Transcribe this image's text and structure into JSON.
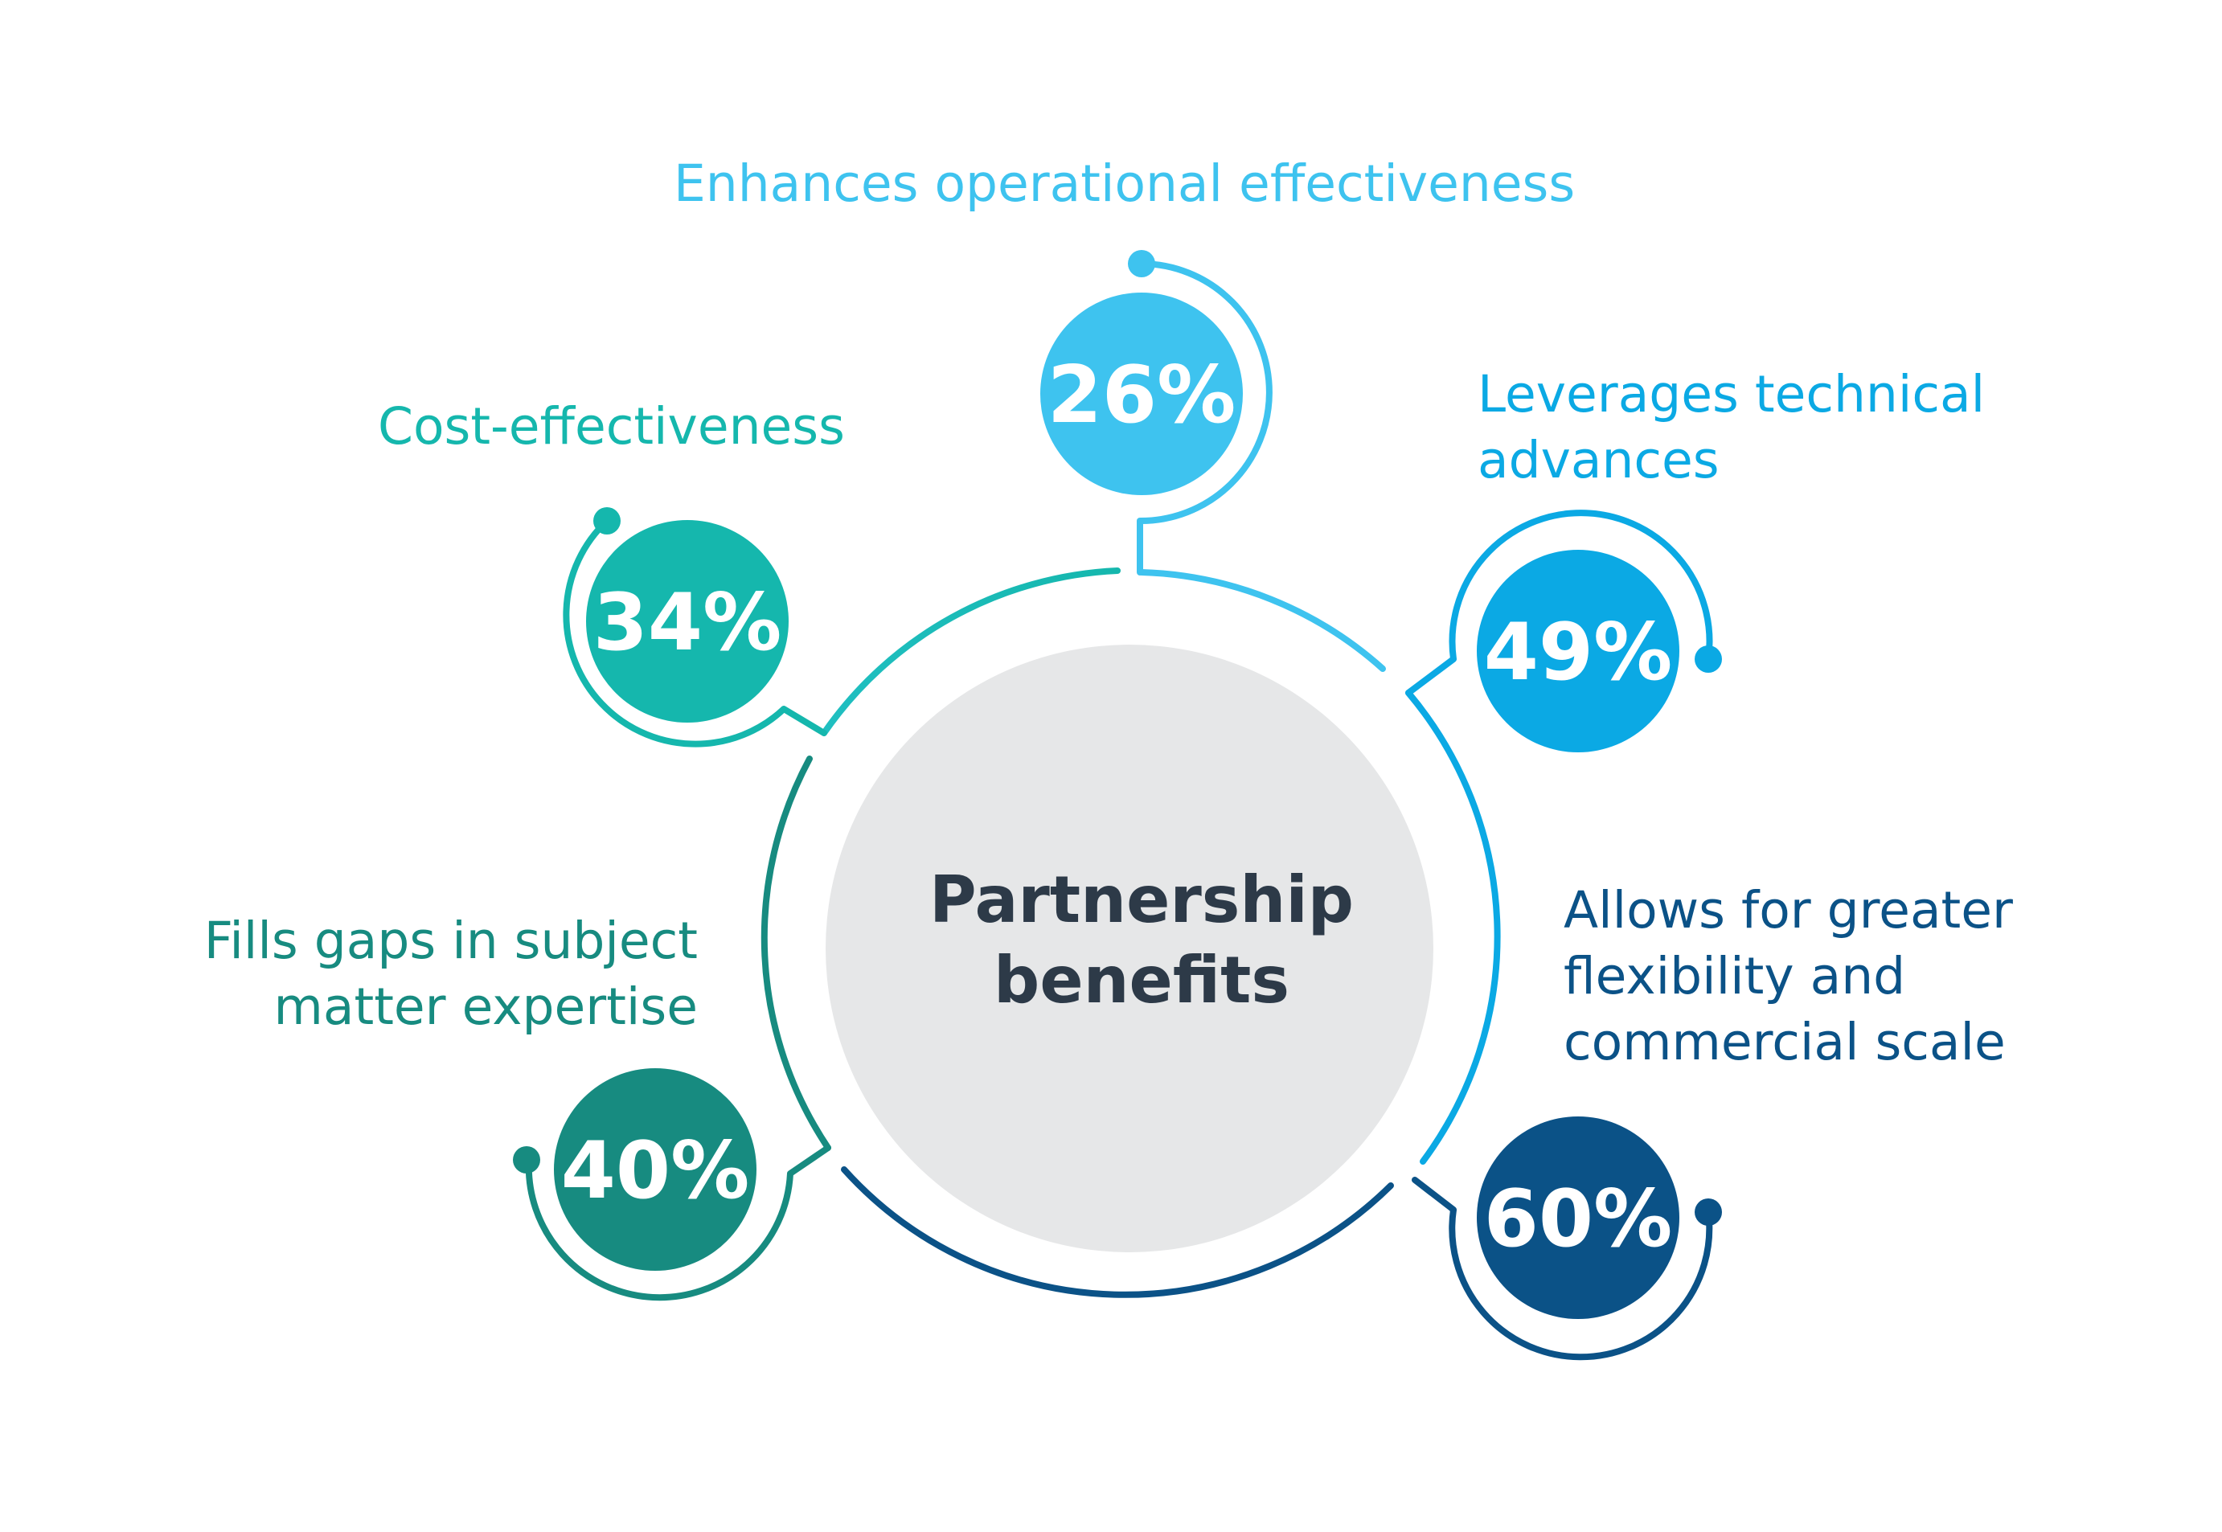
{
  "center": {
    "title": "Partnership\nbenefits",
    "fill": "#e6e7e8",
    "text_color": "#2d3a48"
  },
  "benefits": [
    {
      "id": "operational",
      "label": "Enhances operational effectiveness",
      "value": "26%",
      "color": "#3ec3ef"
    },
    {
      "id": "technical",
      "label": "Leverages technical\nadvances",
      "value": "49%",
      "color": "#0ba9e4"
    },
    {
      "id": "flexibility",
      "label": "Allows for greater\nflexibility and\ncommercial scale",
      "value": "60%",
      "color": "#0b5287"
    },
    {
      "id": "expertise",
      "label": "Fills gaps in subject\nmatter expertise",
      "value": "40%",
      "color": "#178b80"
    },
    {
      "id": "cost",
      "label": "Cost-effectiveness",
      "value": "34%",
      "color": "#15b7ad"
    }
  ]
}
